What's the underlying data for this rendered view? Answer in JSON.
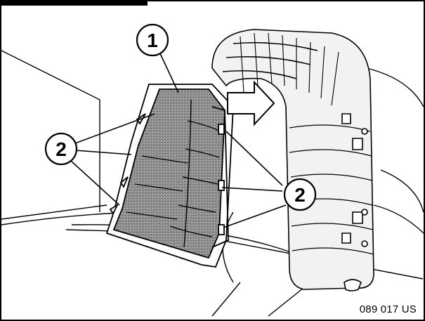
{
  "figure": {
    "code": "089 017 US",
    "callouts": [
      {
        "id": "1",
        "label": "1"
      },
      {
        "id": "2a",
        "label": "2"
      },
      {
        "id": "2b",
        "label": "2"
      }
    ]
  },
  "colors": {
    "line": "#000000",
    "paper": "#ffffff",
    "filter_fill": "#8c8c8c",
    "duct_shade": "#f2f2f2"
  },
  "icons": {
    "direction_arrow": "arrow-right-icon"
  }
}
